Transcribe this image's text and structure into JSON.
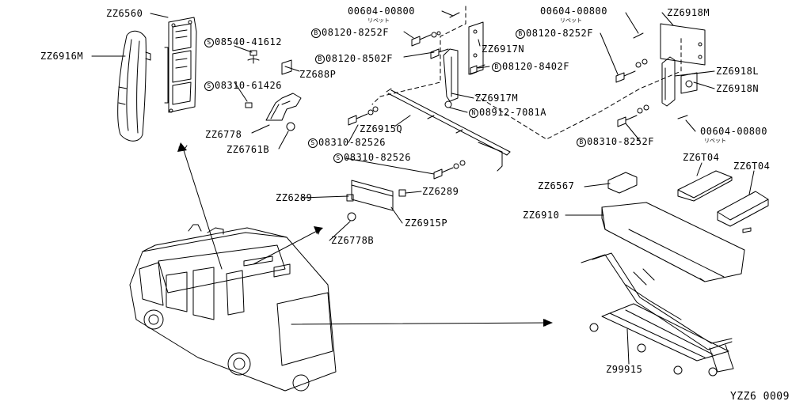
{
  "diagram_id": "YZZ6 0009",
  "part_labels": [
    {
      "id": "l1",
      "text": "ZZ6560"
    },
    {
      "id": "l2",
      "text": "ZZ6916M"
    },
    {
      "id": "l3",
      "text": "08540-41612",
      "prefix": "S"
    },
    {
      "id": "l4",
      "text": "ZZ688P"
    },
    {
      "id": "l5",
      "text": "08310-61426",
      "prefix": "S"
    },
    {
      "id": "l6",
      "text": "ZZ6778"
    },
    {
      "id": "l7",
      "text": "ZZ6761B"
    },
    {
      "id": "l8",
      "text": "00604-00800",
      "sub": "リベット"
    },
    {
      "id": "l9",
      "text": "08120-8252F",
      "prefix": "B"
    },
    {
      "id": "l10",
      "text": "08120-8502F",
      "prefix": "B"
    },
    {
      "id": "l11",
      "text": "ZZ6917N"
    },
    {
      "id": "l12",
      "text": "08120-8402F",
      "prefix": "B"
    },
    {
      "id": "l13",
      "text": "ZZ6917M"
    },
    {
      "id": "l14",
      "text": "08912-7081A",
      "prefix": "N"
    },
    {
      "id": "l15",
      "text": "ZZ6915Q"
    },
    {
      "id": "l16",
      "text": "08310-82526",
      "prefix": "S"
    },
    {
      "id": "l17",
      "text": "08310-82526",
      "prefix": "S"
    },
    {
      "id": "l18",
      "text": "00604-00800",
      "sub": "リベット"
    },
    {
      "id": "l19",
      "text": "ZZ6918M"
    },
    {
      "id": "l20",
      "text": "08120-8252F",
      "prefix": "B"
    },
    {
      "id": "l21",
      "text": "ZZ6918L"
    },
    {
      "id": "l22",
      "text": "ZZ6918N"
    },
    {
      "id": "l23",
      "text": "00604-00800",
      "sub": "リベット"
    },
    {
      "id": "l24",
      "text": "08310-8252F",
      "prefix": "B"
    },
    {
      "id": "l25",
      "text": "ZZ6289"
    },
    {
      "id": "l26",
      "text": "ZZ6289"
    },
    {
      "id": "l27",
      "text": "ZZ6915P"
    },
    {
      "id": "l28",
      "text": "ZZ6778B"
    },
    {
      "id": "l29",
      "text": "ZZ6T04"
    },
    {
      "id": "l30",
      "text": "ZZ6T04"
    },
    {
      "id": "l31",
      "text": "ZZ6567"
    },
    {
      "id": "l32",
      "text": "ZZ6910"
    },
    {
      "id": "l33",
      "text": "Z99915"
    }
  ]
}
